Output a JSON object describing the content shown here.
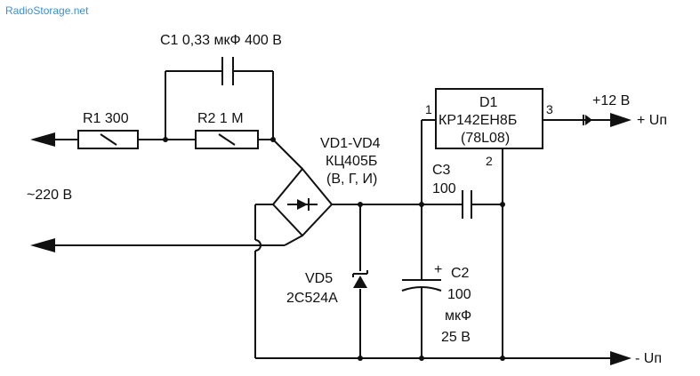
{
  "watermark": "RadioStorage.net",
  "components": {
    "c1": "C1 0,33 мкФ 400 В",
    "r1": "R1 300",
    "r2": "R2 1 М",
    "bridge_name": "VD1-VD4",
    "bridge_type": "КЦ405Б",
    "bridge_variants": "(В, Г, И)",
    "vd5_name": "VD5",
    "vd5_type": "2С524А",
    "c3_name": "С3",
    "c3_value": "100",
    "c2_name": "С2",
    "c2_value": "100",
    "c2_unit": "мкФ",
    "c2_voltage": "25 В",
    "c2_polarity": "+",
    "d1_name": "D1",
    "d1_type": "КР142ЕН8Б",
    "d1_alt": "(78L08)",
    "pin1": "1",
    "pin2": "2",
    "pin3": "3"
  },
  "terminals": {
    "mains": "~220 В",
    "out_voltage": "+12 В",
    "out_plus": "+ Uп",
    "out_minus": "- Uп"
  }
}
